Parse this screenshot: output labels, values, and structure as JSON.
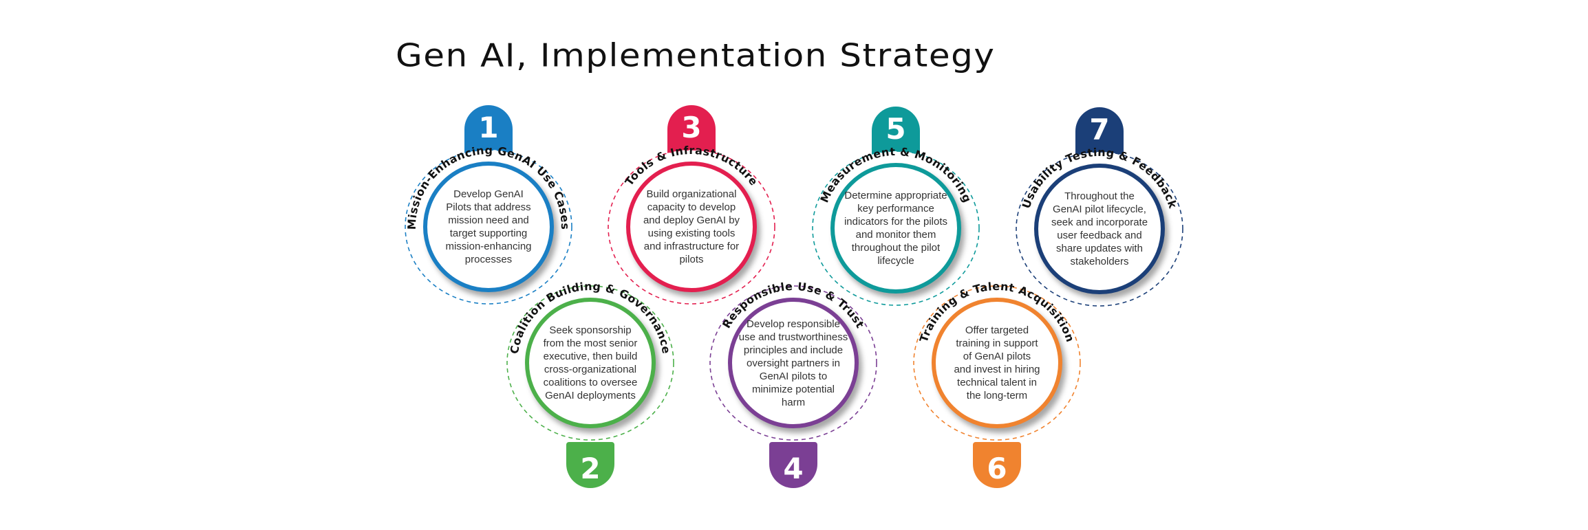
{
  "title": "Gen AI, Implementation Strategy",
  "steps": [
    {
      "number": "1",
      "label": "Mission-Enhancing GenAI Use Cases",
      "text": "Develop GenAI\nPilots that address\nmission need and\ntarget supporting\nmission-enhancing\nprocesses",
      "color": "#1a7fc4",
      "row": "top"
    },
    {
      "number": "2",
      "label": "Coalition Building & Governance",
      "text": "Seek sponsorship\nfrom the most senior\nexecutive, then build\ncross-organizational\ncoalitions to oversee\nGenAI deployments",
      "color": "#4cb04a",
      "row": "bottom"
    },
    {
      "number": "3",
      "label": "Tools & Infrastructure",
      "text": "Build organizational\ncapacity to develop\nand deploy GenAI by\nusing existing tools\nand infrastructure for\npilots",
      "color": "#e31f4f",
      "row": "top"
    },
    {
      "number": "4",
      "label": "Responsible Use & Trust",
      "text": "Develop responsible\nuse and trustworthiness\nprinciples and include\noversight partners in\nGenAI pilots to\nminimize potential\nharm",
      "color": "#7b3f94",
      "row": "bottom"
    },
    {
      "number": "5",
      "label": "Measurement & Monitoring",
      "text": "Determine appropriate\nkey performance\nindicators for the pilots\nand monitor them\nthroughout the pilot\nlifecycle",
      "color": "#0e9a9a",
      "row": "top"
    },
    {
      "number": "6",
      "label": "Training & Talent Acquisition",
      "text": "Offer targeted\ntraining in support\nof GenAI pilots\nand invest in hiring\ntechnical talent in\nthe long-term",
      "color": "#f0832f",
      "row": "bottom"
    },
    {
      "number": "7",
      "label": "Usability Testing & Feedback",
      "text": "Throughout the\nGenAI pilot lifecycle,\nseek and incorporate\nuser feedback and\nshare updates with\nstakeholders",
      "color": "#1b3f78",
      "row": "top"
    }
  ]
}
